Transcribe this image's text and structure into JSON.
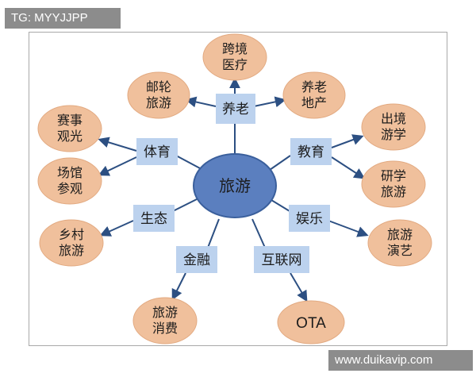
{
  "watermarks": {
    "top": "TG: MYYJJPP",
    "bottom": "www.duikavip.com"
  },
  "colors": {
    "hub_fill": "#5b7fbf",
    "hub_stroke": "#3a5f9c",
    "category_fill": "#bcd2ee",
    "leaf_fill": "#f0c09c",
    "leaf_stroke": "#e2a980",
    "arrow": "#2c4f82"
  },
  "hub": {
    "label": "旅游"
  },
  "categories": {
    "yanglao": "养老",
    "tiyu": "体育",
    "jiaoyu": "教育",
    "shengtai": "生态",
    "yule": "娱乐",
    "jinrong": "金融",
    "hulianwang": "互联网"
  },
  "leaves": {
    "kuajing_yiliao": [
      "跨境",
      "医疗"
    ],
    "youlun_lvyou": [
      "邮轮",
      "旅游"
    ],
    "yanglao_dichan": [
      "养老",
      "地产"
    ],
    "saishi_guanguang": [
      "赛事",
      "观光"
    ],
    "changguan_canguan": [
      "场馆",
      "参观"
    ],
    "chujing_youxue": [
      "出境",
      "游学"
    ],
    "yanxue_lvyou": [
      "研学",
      "旅游"
    ],
    "xiangcun_lvyou": [
      "乡村",
      "旅游"
    ],
    "lvyou_yanyi": [
      "旅游",
      "演艺"
    ],
    "lvyou_xiaofei": [
      "旅游",
      "消费"
    ],
    "ota": "OTA"
  }
}
